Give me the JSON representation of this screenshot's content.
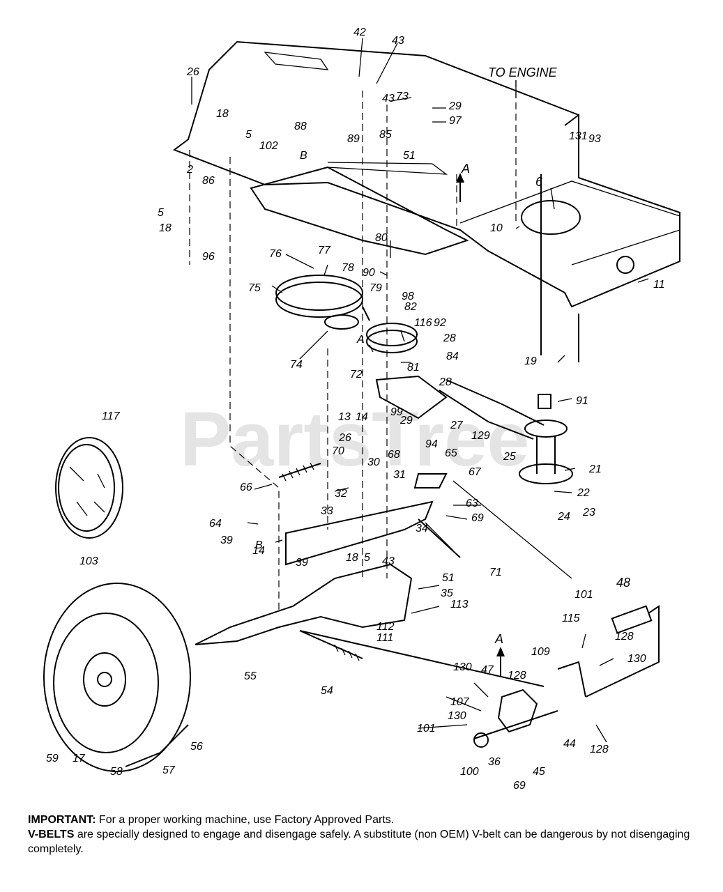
{
  "watermark": "PartsTree",
  "labels": {
    "to_engine": "TO ENGINE",
    "a_upper": "A",
    "a_lower": "A",
    "a_small": "A",
    "b_upper": "B",
    "b_lower": "B",
    "n2": "2",
    "n5a": "5",
    "n5b": "5",
    "n5c": "5",
    "n6": "6",
    "n10": "10",
    "n11": "11",
    "n13": "13",
    "n14a": "14",
    "n14b": "14",
    "n17": "17",
    "n18a": "18",
    "n18b": "18",
    "n18c": "18",
    "n19": "19",
    "n21": "21",
    "n22": "22",
    "n23": "23",
    "n24": "24",
    "n25": "25",
    "n26a": "26",
    "n26b": "26",
    "n27": "27",
    "n28a": "28",
    "n28b": "28",
    "n29a": "29",
    "n29b": "29",
    "n30": "30",
    "n31": "31",
    "n32": "32",
    "n33": "33",
    "n34": "34",
    "n35": "35",
    "n36": "36",
    "n39a": "39",
    "n39b": "39",
    "n42": "42",
    "n43a": "43",
    "n43b": "43",
    "n43c": "43",
    "n44": "44",
    "n45": "45",
    "n47": "47",
    "n48": "48",
    "n51a": "51",
    "n51b": "51",
    "n54": "54",
    "n55": "55",
    "n56": "56",
    "n57": "57",
    "n58": "58",
    "n59": "59",
    "n63": "63",
    "n64": "64",
    "n65": "65",
    "n66": "66",
    "n67": "67",
    "n68": "68",
    "n69a": "69",
    "n69b": "69",
    "n70": "70",
    "n71": "71",
    "n72": "72",
    "n73": "73",
    "n74": "74",
    "n75": "75",
    "n76": "76",
    "n77": "77",
    "n78": "78",
    "n79": "79",
    "n80": "80",
    "n81": "81",
    "n82": "82",
    "n84": "84",
    "n85": "85",
    "n86": "86",
    "n88": "88",
    "n89": "89",
    "n90": "90",
    "n91": "91",
    "n92": "92",
    "n93": "93",
    "n94": "94",
    "n96": "96",
    "n97": "97",
    "n98": "98",
    "n99": "99",
    "n100": "100",
    "n101a": "101",
    "n101b": "101",
    "n102": "102",
    "n103": "103",
    "n107": "107",
    "n109": "109",
    "n111": "111",
    "n112": "112",
    "n113": "113",
    "n115": "115",
    "n116": "116",
    "n117": "117",
    "n128a": "128",
    "n128b": "128",
    "n128c": "128",
    "n129": "129",
    "n130a": "130",
    "n130b": "130",
    "n130c": "130",
    "n131": "131"
  },
  "notes": {
    "important_label": "IMPORTANT:",
    "important_text": " For a proper working machine, use Factory Approved Parts.",
    "vbelts_label": "V-BELTS",
    "vbelts_text": " are specially designed to engage and disengage safely. A substitute (non OEM) V-belt can be dangerous by not disengaging completely."
  }
}
